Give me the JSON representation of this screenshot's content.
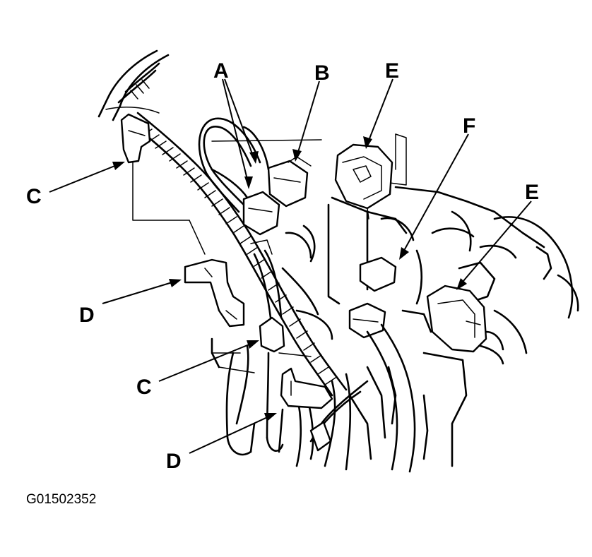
{
  "labels": {
    "a": "A",
    "b": "B",
    "e_top": "E",
    "f": "F",
    "e_right": "E",
    "c_top": "C",
    "d_mid": "D",
    "c_bottom": "C",
    "d_bottom": "D"
  },
  "figure_id": "G01502352",
  "colors": {
    "ink": "#000000",
    "paper": "#ffffff"
  }
}
